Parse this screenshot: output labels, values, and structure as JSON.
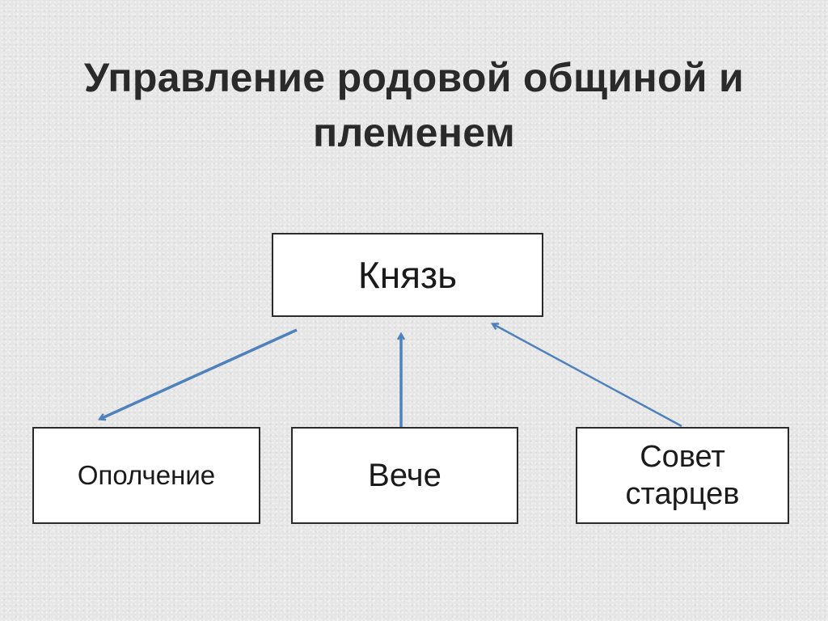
{
  "slide": {
    "title_line1": "Управление родовой общиной и",
    "title_line2": "племенем"
  },
  "nodes": {
    "prince": "Князь",
    "militia": "Ополчение",
    "veche": "Вече",
    "council_line1": "Совет",
    "council_line2": "старцев"
  },
  "edges": [
    {
      "from": "prince",
      "to": "militia"
    },
    {
      "from": "veche",
      "to": "prince"
    },
    {
      "from": "council",
      "to": "prince"
    }
  ],
  "colors": {
    "arrow": "#4f81bd",
    "box_border": "#2a2a2a",
    "box_fill": "#ffffff",
    "text": "#1a1a1a"
  }
}
